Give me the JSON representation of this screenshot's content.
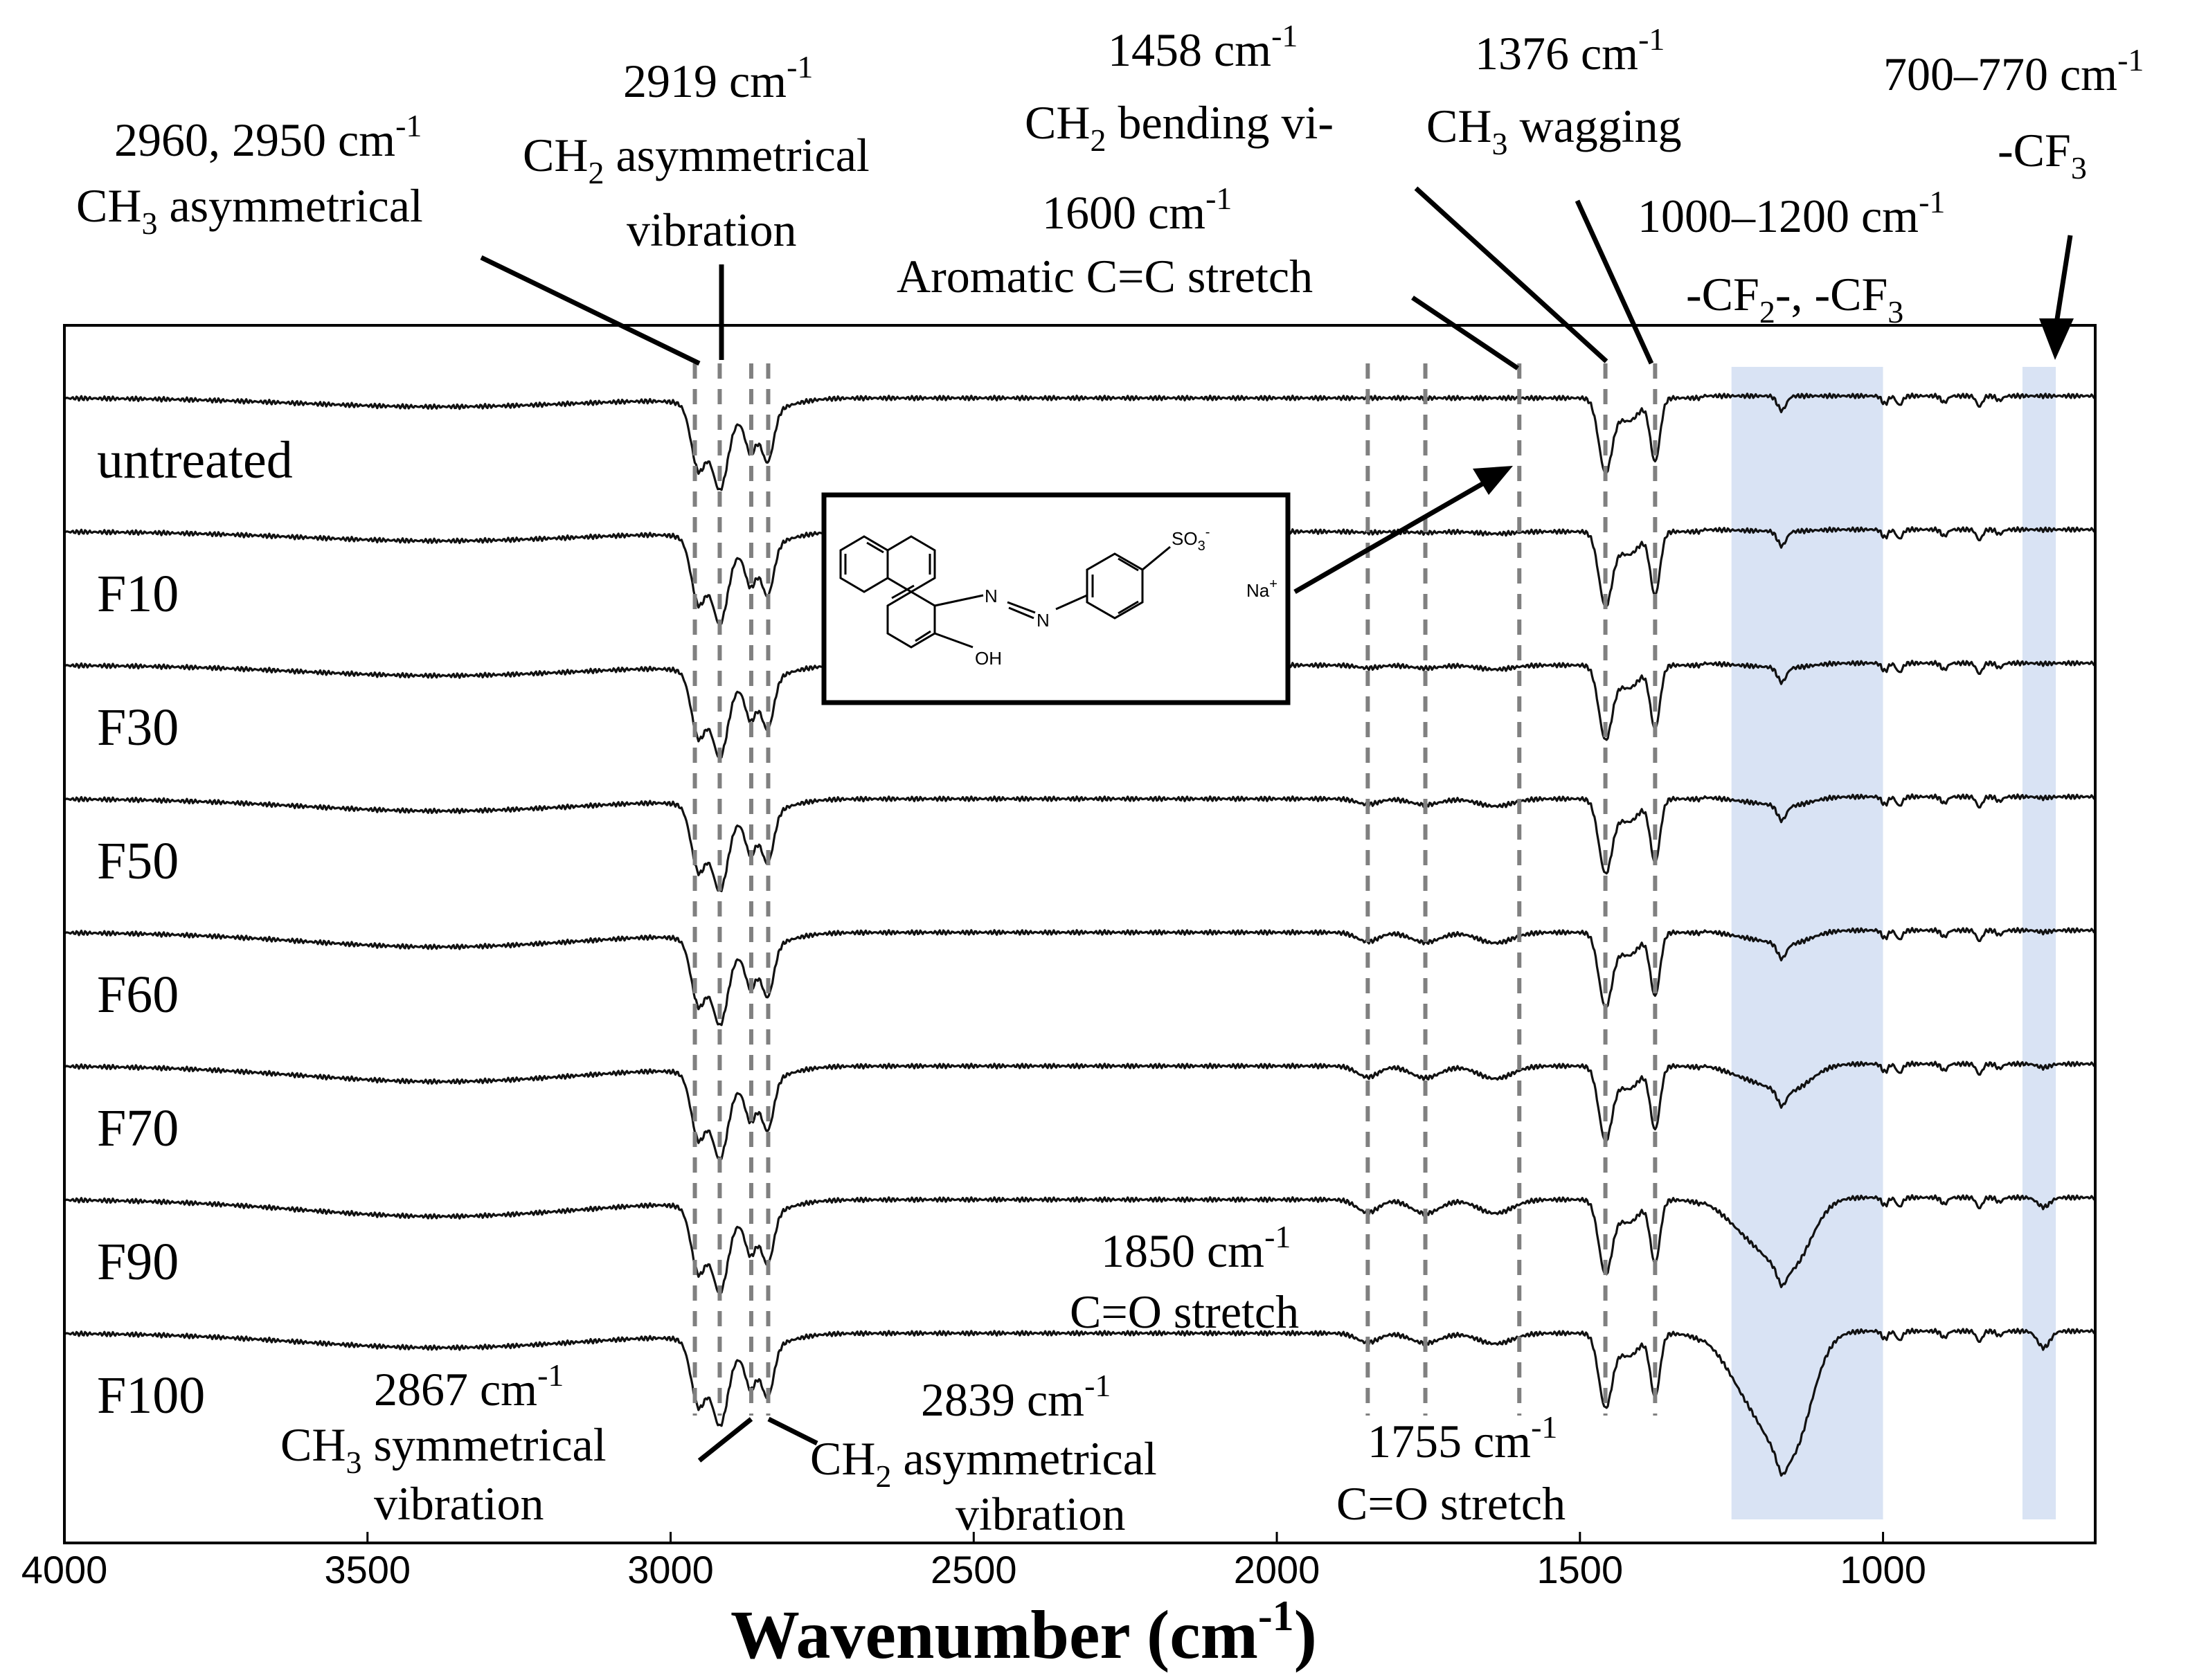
{
  "chart_data": {
    "type": "line",
    "title": "",
    "xlabel": "Wavenumber (cm",
    "xlabel_sup": "-1",
    "xlabel_close": ")",
    "ylabel": "",
    "xlim": [
      4000,
      650
    ],
    "x_reversed": true,
    "x_ticks": [
      "4000",
      "3500",
      "3000",
      "2500",
      "2000",
      "1500",
      "1000"
    ],
    "grid": false,
    "samples": [
      {
        "name": "untreated",
        "cf": 0.0,
        "co": 0.0,
        "ar": 0.0
      },
      {
        "name": "F10",
        "cf": 0.02,
        "co": 0.05,
        "ar": 0.1
      },
      {
        "name": "F30",
        "cf": 0.05,
        "co": 0.15,
        "ar": 0.2
      },
      {
        "name": "F50",
        "cf": 0.1,
        "co": 0.3,
        "ar": 0.35
      },
      {
        "name": "F60",
        "cf": 0.15,
        "co": 0.5,
        "ar": 0.5
      },
      {
        "name": "F70",
        "cf": 0.3,
        "co": 0.6,
        "ar": 0.6
      },
      {
        "name": "F90",
        "cf": 0.8,
        "co": 0.7,
        "ar": 0.65
      },
      {
        "name": "F100",
        "cf": 1.4,
        "co": 0.5,
        "ar": 0.5
      }
    ],
    "marker_lines": [
      2960,
      2919,
      2867,
      2839,
      1850,
      1755,
      1600,
      1458,
      1376
    ],
    "shaded_regions": [
      {
        "from": 1250,
        "to": 1000,
        "color": "#d9e3f4"
      },
      {
        "from": 770,
        "to": 715,
        "color": "#d9e3f4"
      }
    ],
    "annotations": [
      {
        "id": "a2960",
        "value": "2960, 2950 cm",
        "sup": "-1",
        "line2_main": "CH",
        "line2_sub": "3",
        "line2_rest": " asymmetrical"
      },
      {
        "id": "a2919",
        "value": "2919 cm",
        "sup": "-1",
        "line2_main": "CH",
        "line2_sub": "2",
        "line2_rest": " asymmetrical",
        "line3": "vibration"
      },
      {
        "id": "a1458",
        "value": "1458 cm",
        "sup": "-1",
        "line2_main": "CH",
        "line2_sub": "2",
        "line2_rest": " bending vi-"
      },
      {
        "id": "a1600",
        "value": "1600 cm",
        "sup": "-1",
        "line2_main": "Aromatic C=C stretch"
      },
      {
        "id": "a1376",
        "value": "1376 cm",
        "sup": "-1",
        "line2_main": "CH",
        "line2_sub": "3",
        "line2_rest": " wagging"
      },
      {
        "id": "a1000",
        "value": "1000–1200 cm",
        "sup": "-1",
        "line2_main": "-CF",
        "line2_sub": "2",
        "line2_rest": "-, -CF",
        "line2_sub2": "3"
      },
      {
        "id": "a700",
        "value": "700–770 cm",
        "sup": "-1",
        "line2_main": "-CF",
        "line2_sub": "3"
      },
      {
        "id": "a1850",
        "value": "1850 cm",
        "sup": "-1",
        "line2_main": "C=O stretch"
      },
      {
        "id": "a2867",
        "value": "2867 cm",
        "sup": "-1",
        "line2_main": "CH",
        "line2_sub": "3",
        "line2_rest": " symmetrical",
        "line3": "vibration"
      },
      {
        "id": "a2839",
        "value": "2839 cm",
        "sup": "-1",
        "line2_main": "CH",
        "line2_sub": "2",
        "line2_rest": " asymmetrical",
        "line3": "vibration"
      },
      {
        "id": "a1755",
        "value": "1755 cm",
        "sup": "-1",
        "line2_main": "C=O stretch"
      }
    ],
    "inset": {
      "so3": "SO",
      "so3_sub": "3",
      "so3_sup": "-",
      "na": "Na",
      "na_sup": "+",
      "n": "N",
      "oh": "OH"
    }
  }
}
